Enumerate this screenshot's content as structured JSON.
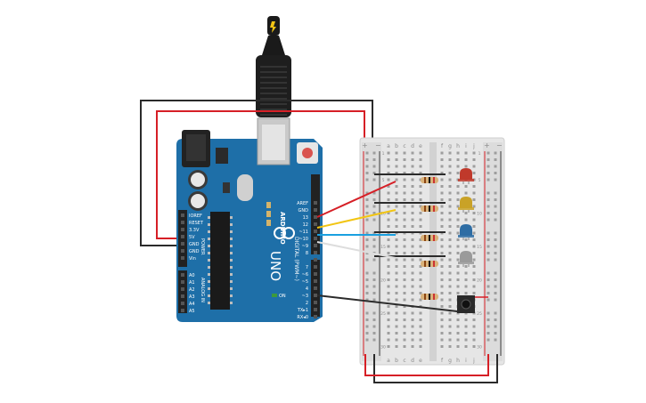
{
  "board": {
    "model": "UNO",
    "brand": "ARDUINO",
    "digital_label": "DIGITAL (PWM~)",
    "power_label": "POWER",
    "analog_label": "ANALOG IN",
    "on_label": "ON",
    "tx_label": "TX",
    "rx_label": "RX",
    "l_label": "L",
    "digital_pins": [
      "AREF",
      "GND",
      "13",
      "12",
      "~11",
      "~10",
      "~9",
      "8",
      "",
      "7",
      "~6",
      "~5",
      "4",
      "~3",
      "2",
      "TX▸1",
      "RX◂0"
    ],
    "power_pins": [
      "IOREF",
      "RESET",
      "3.3V",
      "5V",
      "GND",
      "GND",
      "Vin"
    ],
    "analog_pins": [
      "A0",
      "A1",
      "A2",
      "A3",
      "A4",
      "A5"
    ]
  },
  "breadboard": {
    "top_cols": [
      "a",
      "b",
      "c",
      "d",
      "e",
      "",
      "f",
      "g",
      "h",
      "i",
      "j"
    ],
    "bottom_cols": [
      "a",
      "b",
      "c",
      "d",
      "e",
      "",
      "f",
      "g",
      "h",
      "i",
      "j"
    ],
    "rows": [
      "1",
      "5",
      "10",
      "15",
      "20",
      "25",
      "30"
    ],
    "rail_plus": "+",
    "rail_minus": "−"
  },
  "components": {
    "leds": [
      {
        "name": "red-led",
        "color": "#c0392b"
      },
      {
        "name": "yellow-led",
        "color": "#c9a227"
      },
      {
        "name": "blue-led",
        "color": "#2e6da4"
      },
      {
        "name": "white-led",
        "color": "#9a9a9a"
      }
    ],
    "wire_colors": {
      "red": "#d61f26",
      "black": "#2b2b2b",
      "yellow": "#f2c512",
      "blue": "#1aa0e0",
      "white": "#dddddd"
    }
  }
}
